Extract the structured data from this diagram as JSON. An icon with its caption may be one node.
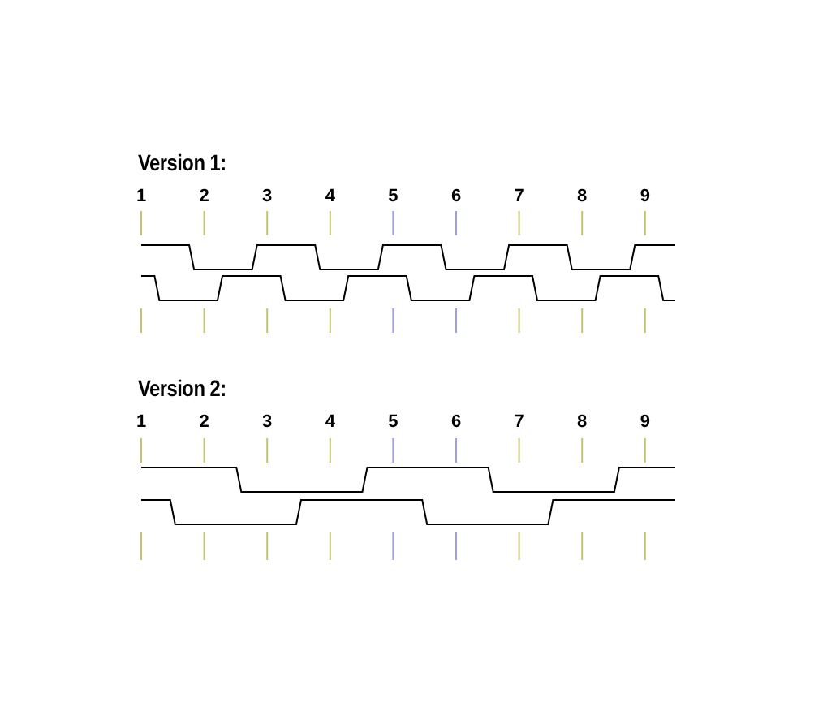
{
  "diagram": {
    "labels": [
      "Version 1:",
      "1",
      "2",
      "3",
      "4",
      "5",
      "6",
      "7",
      "8",
      "9",
      "Version 2:",
      "1",
      "2",
      "3",
      "4",
      "5",
      "6",
      "7",
      "8",
      "9"
    ]
  }
}
